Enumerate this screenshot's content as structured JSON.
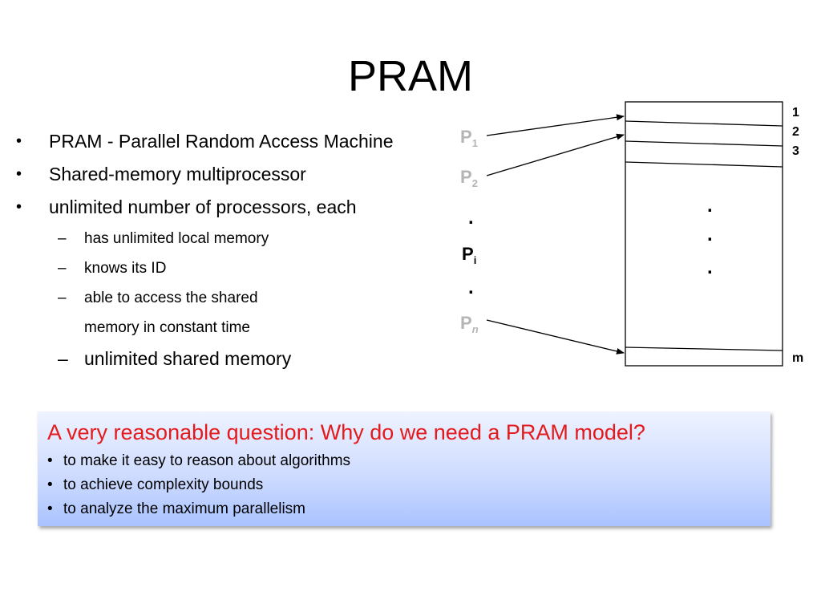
{
  "slide": {
    "title": "PRAM"
  },
  "bullets": {
    "items": [
      "PRAM - Parallel Random Access Machine",
      "Shared-memory multiprocessor",
      "unlimited number of processors, each"
    ],
    "sub_items": [
      "has unlimited local memory",
      "knows its ID",
      "able to access the shared",
      "unlimited shared memory"
    ],
    "sub_item_continuation": "memory in constant time",
    "bullet_symbol": "•",
    "dash_symbol": "–"
  },
  "diagram": {
    "processors": [
      {
        "letter": "P",
        "subscript": "1"
      },
      {
        "letter": "P",
        "subscript": "2"
      },
      {
        "letter": "P",
        "subscript": "i"
      },
      {
        "letter": "P",
        "subscript": "n"
      }
    ],
    "ellipsis_dot": ".",
    "memory_labels": [
      "1",
      "2",
      "3",
      "m"
    ],
    "memory_dots": ".",
    "colors": {
      "processor_faded": "#b5b5b5",
      "processor_active": "#000000",
      "lines": "#000000"
    }
  },
  "callout": {
    "question": "A very reasonable question: Why do we need a PRAM model?",
    "points": [
      "to make it easy to reason about algorithms",
      "to achieve complexity bounds",
      "to analyze the maximum parallelism"
    ],
    "colors": {
      "question": "#e41a1c",
      "gradient_top": "#eef3ff",
      "gradient_bottom": "#a9c3ff"
    }
  }
}
